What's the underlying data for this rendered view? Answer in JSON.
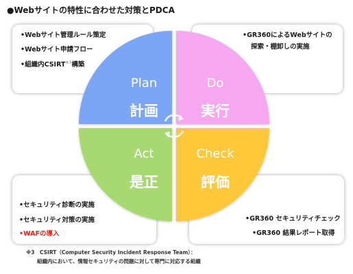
{
  "title": "●Webサイトの特性に合わせた対策とPDCA",
  "quadrants": {
    "plan": {
      "en": "Plan",
      "ja": "計画",
      "color": "#7aa6f5"
    },
    "do": {
      "en": "Do",
      "ja": "実行",
      "color": "#f5a7ef"
    },
    "act": {
      "en": "Act",
      "ja": "是正",
      "color": "#a8d870"
    },
    "check": {
      "en": "Check",
      "ja": "評価",
      "color": "#ffc83a"
    }
  },
  "boxes": {
    "plan": {
      "items": [
        "•Webサイト管理ルール策定",
        "•Webサイト申請フロー",
        "•組織内CSIRT",
        "構築"
      ],
      "superscript": "※3"
    },
    "do": {
      "items": [
        "•GR360によるWebサイトの",
        "探索・棚卸しの実施"
      ]
    },
    "act": {
      "items": [
        "•セキュリティ診断の実施",
        "•セキュリティ対策の実施",
        "•WAFの導入"
      ]
    },
    "check": {
      "items": [
        "•GR360 セキュリティチェック",
        "•GR360 結果レポート取得"
      ]
    }
  },
  "footnote": {
    "line1": "※3　CSIRT（Computer Security Incident Response Team）：",
    "line2": "組織内において、情報セキュリティの問題に対して専門に対応する組織"
  },
  "colors": {
    "act_highlight": "#e8261c"
  },
  "icons": {
    "center": "circular-arrows-icon"
  }
}
